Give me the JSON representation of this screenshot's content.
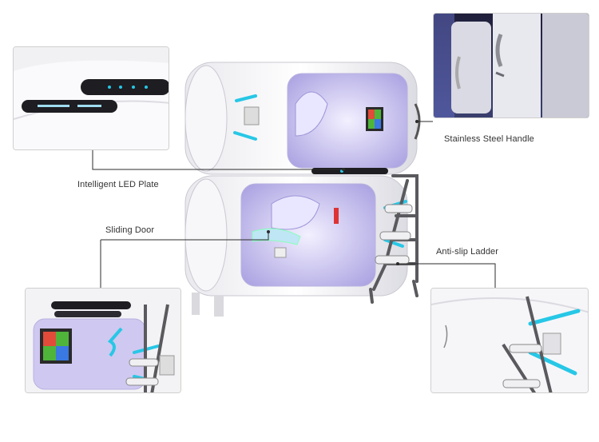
{
  "labels": {
    "handle": "Stainless Steel Handle",
    "led": "Intelligent LED Plate",
    "door": "Sliding Door",
    "ladder": "Anti-slip Ladder"
  },
  "colors": {
    "shell": "#f4f4f6",
    "interior": "#c9c3ea",
    "accent_light": "#27c7e6",
    "line": "#2b2b2b",
    "ladder": "#5a5a5e"
  },
  "icons": [
    "capsule-pod",
    "control-panel",
    "tv-screen",
    "ladder",
    "handle",
    "vent"
  ]
}
